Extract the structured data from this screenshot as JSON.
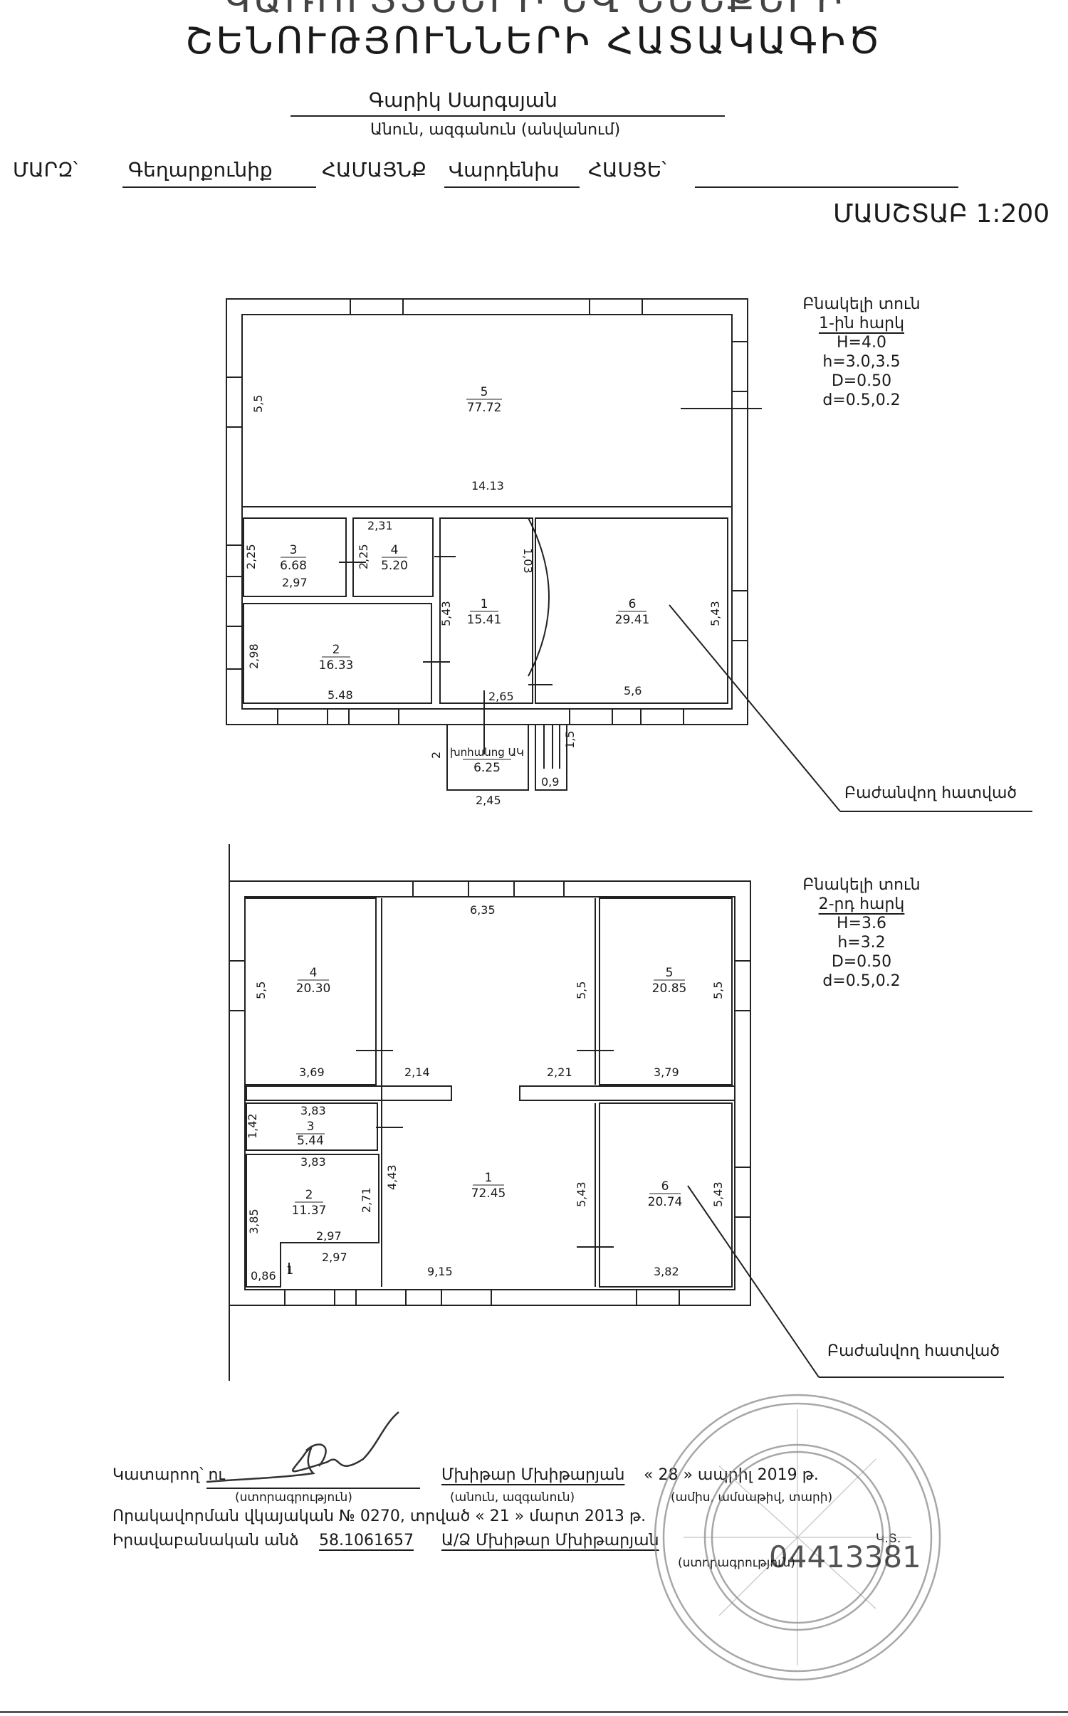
{
  "header": {
    "title_line1": "ԿԱՌՈՒՅՑՆԵՐԻ ԵՎ ՇԵՆՔԵՐԻ",
    "title_line2": "ՇԵՆՈՒԹՅՈՒՆՆԵՐԻ ՀԱՏԱԿԱԳԻԾ",
    "owner_name": "Գարիկ Սարգսյան",
    "owner_caption": "Անուն, ազգանուն (անվանում)",
    "region_label": "ՄԱՐԶ՝",
    "region_value": "Գեղարքունիք",
    "community_label": "ՀԱՄԱՅՆՔ",
    "community_value": "Վարդենիս",
    "address_label": "ՀԱՍՑԵ՝",
    "scale": "ՄԱՍՇՏԱԲ 1:200"
  },
  "floor1": {
    "legend": {
      "title": "Բնակելի տուն",
      "floor": "1-ին հարկ",
      "H": "H=4.0",
      "h": "h=3.0,3.5",
      "D": "D=0.50",
      "d": "d=0.5,0.2"
    },
    "rooms": [
      {
        "num": "5",
        "area": "77.72"
      },
      {
        "num": "3",
        "area": "6.68"
      },
      {
        "num": "4",
        "area": "5.20"
      },
      {
        "num": "1",
        "area": "15.41"
      },
      {
        "num": "6",
        "area": "29.41"
      },
      {
        "num": "2",
        "area": "16.33"
      },
      {
        "num": "խոհանոց ԱԿ",
        "area": "6.25"
      }
    ],
    "dims": [
      "5,5",
      "14.13",
      "2,31",
      "2,25",
      "2,25",
      "2,97",
      "1,03",
      "5,43",
      "5,43",
      "2,98",
      "5.48",
      "2,65",
      "5,6",
      "2",
      "1,5",
      "0,9",
      "2,45"
    ],
    "section_label": "Բաժանվող հատված"
  },
  "floor2": {
    "legend": {
      "title": "Բնակելի տուն",
      "floor": "2-րդ հարկ",
      "H": "H=3.6",
      "h": "h=3.2",
      "D": "D=0.50",
      "d": "d=0.5,0.2"
    },
    "rooms": [
      {
        "num": "4",
        "area": "20.30"
      },
      {
        "num": "5",
        "area": "20.85"
      },
      {
        "num": "3",
        "area": "5.44"
      },
      {
        "num": "1",
        "area": "72.45"
      },
      {
        "num": "2",
        "area": "11.37"
      },
      {
        "num": "6",
        "area": "20.74"
      }
    ],
    "dims": [
      "6,35",
      "5,5",
      "5,5",
      "5,5",
      "3,69",
      "2,14",
      "2,21",
      "3,79",
      "3,83",
      "1,42",
      "3,83",
      "4,43",
      "2,71",
      "5,43",
      "5,43",
      "3,85",
      "2,97",
      "2,97",
      "0,86",
      "1",
      "9,15",
      "3,82"
    ],
    "section_label": "Բաժանվող հատված"
  },
  "footer": {
    "executor_label": "Կատարող՝ ու",
    "signature_caption": "(ստորագրություն)",
    "executor_name": "Մխիթար Մխիթարյան",
    "name_caption": "(անուն, ազգանուն)",
    "date_text": "« 28 » ապրիլ 2019 թ.",
    "date_caption": "(ամիս, ամսաթիվ, տարի)",
    "license_text": "Որակավորման վկայական № 0270, տրված « 21 » մարտ 2013 թ.",
    "tin_label": "Իրավաբանական անձ",
    "tin_value": "58.1061657",
    "entity_value": "Ա/Ձ Մխիթար Մխիթարյան",
    "stamp_caption": "(ստորագրություն)",
    "stamp_mark": "Կ.Տ.",
    "stamp_number": "04413381"
  }
}
